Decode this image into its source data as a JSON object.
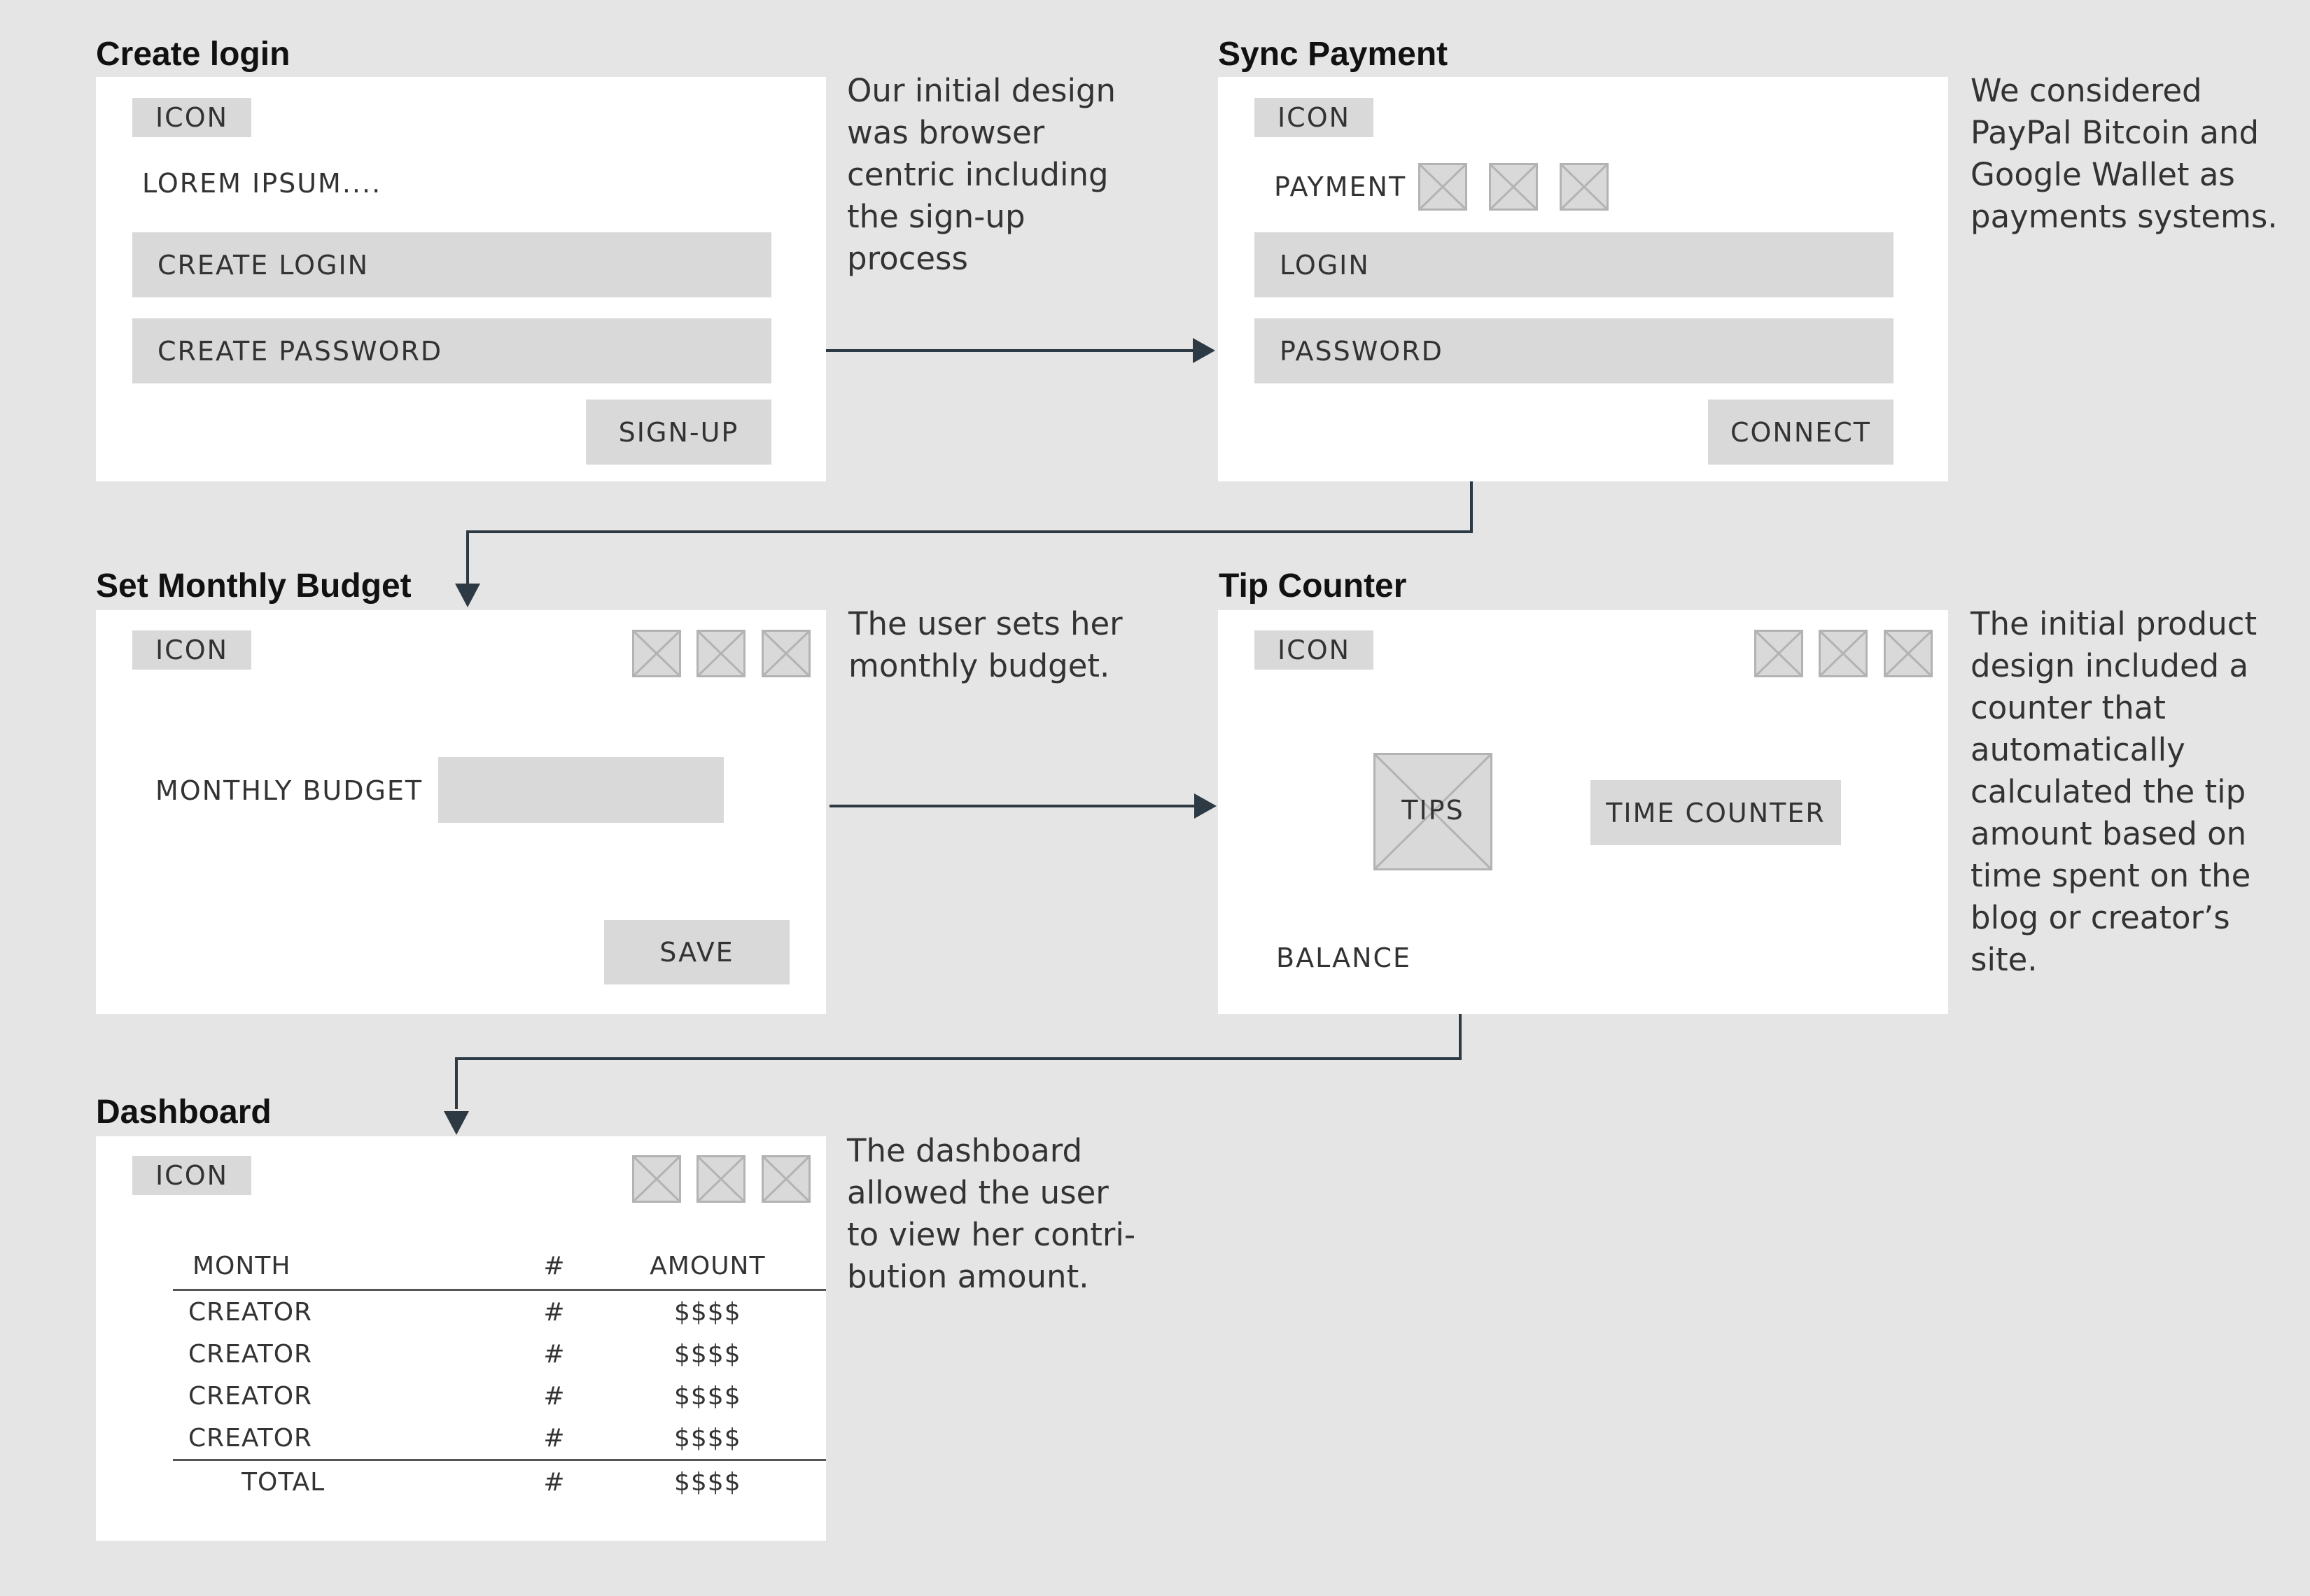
{
  "screens": {
    "create_login": {
      "title": "Create login",
      "icon": "ICON",
      "text": "LOREM IPSUM....",
      "login_field": "CREATE LOGIN",
      "password_field": "CREATE PASSWORD",
      "button": "SIGN-UP",
      "note": "Our initial design was browser centric including the sign-up process"
    },
    "sync_payment": {
      "title": "Sync Payment",
      "icon": "ICON",
      "payment_label": "PAYMENT",
      "login_field": "LOGIN",
      "password_field": "PASSWORD",
      "button": "CONNECT",
      "note": "We considered PayPal Bitcoin and Google Wallet as payments systems."
    },
    "monthly_budget": {
      "title": "Set Monthly Budget",
      "icon": "ICON",
      "budget_label": "MONTHLY BUDGET",
      "button": "SAVE",
      "note": "The user sets her monthly budget."
    },
    "tip_counter": {
      "title": "Tip Counter",
      "icon": "ICON",
      "tips_label": "TIPS",
      "time_counter": "TIME COUNTER",
      "balance": "BALANCE",
      "note": "The initial product design included a counter that automatically calculated the tip amount based on time spent on the blog or creator’s site."
    },
    "dashboard": {
      "title": "Dashboard",
      "icon": "ICON",
      "columns": [
        "MONTH",
        "#",
        "AMOUNT"
      ],
      "rows": [
        [
          "CREATOR",
          "#",
          "$$$$"
        ],
        [
          "CREATOR",
          "#",
          "$$$$"
        ],
        [
          "CREATOR",
          "#",
          "$$$$"
        ],
        [
          "CREATOR",
          "#",
          "$$$$"
        ]
      ],
      "total": [
        "TOTAL",
        "#",
        "$$$$"
      ],
      "note": "The dashboard allowed the user to view her contri- bution amount."
    }
  },
  "colors": {
    "background": "#e5e5e5",
    "frame": "#ffffff",
    "field": "#d9d9d9",
    "arrow": "#2e3a43"
  }
}
